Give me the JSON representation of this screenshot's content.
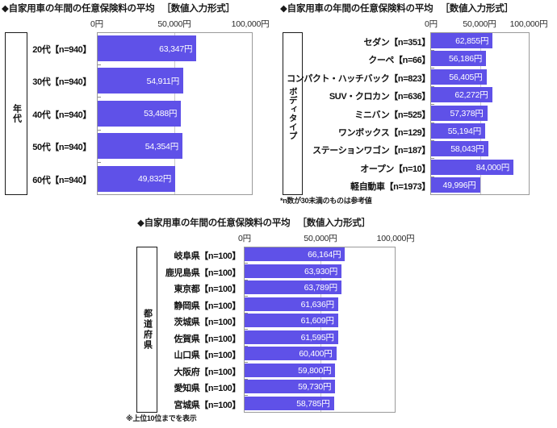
{
  "charts": [
    {
      "id": "age",
      "title": "◆自家用車の年間の任意保険料の平均",
      "title_bracket": "［数値入力形式］",
      "axis_title": "年代",
      "axis_ticks": [
        "0円",
        "50,000円",
        "100,000円"
      ],
      "note": "",
      "chart_data": {
        "type": "bar",
        "orientation": "horizontal",
        "title": "◆自家用車の年間の任意保険料の平均　［数値入力形式］",
        "xlabel": "",
        "ylabel": "年代",
        "xlim": [
          0,
          100000
        ],
        "xticks": [
          0,
          50000,
          100000
        ],
        "xticklabels": [
          "0円",
          "50,000円",
          "100,000円"
        ],
        "grid": true,
        "legend": "none",
        "categories": [
          "20代【n=940】",
          "30代【n=940】",
          "40代【n=940】",
          "50代【n=940】",
          "60代【n=940】"
        ],
        "values": [
          63347,
          54911,
          53488,
          54354,
          49832
        ],
        "value_labels": [
          "63,347円",
          "54,911円",
          "53,488円",
          "54,354円",
          "49,832円"
        ]
      }
    },
    {
      "id": "bodytype",
      "title": "◆自家用車の年間の任意保険料の平均",
      "title_bracket": "［数値入力形式］",
      "axis_title": "ボディタイプ",
      "axis_ticks": [
        "0円",
        "50,000円",
        "100,000円"
      ],
      "note": "*n数が30未満のものは参考値",
      "chart_data": {
        "type": "bar",
        "orientation": "horizontal",
        "title": "◆自家用車の年間の任意保険料の平均　［数値入力形式］",
        "xlabel": "",
        "ylabel": "ボディタイプ",
        "xlim": [
          0,
          100000
        ],
        "xticks": [
          0,
          50000,
          100000
        ],
        "xticklabels": [
          "0円",
          "50,000円",
          "100,000円"
        ],
        "grid": true,
        "legend": "none",
        "categories": [
          "セダン【n=351】",
          "クーペ【n=66】",
          "コンパクト・ハッチバック【n=823】",
          "SUV・クロカン【n=636】",
          "ミニバン【n=525】",
          "ワンボックス【n=129】",
          "ステーションワゴン【n=187】",
          "オープン【n=10】",
          "軽自動車【n=1973】"
        ],
        "values": [
          62855,
          56186,
          56405,
          62272,
          57378,
          55194,
          58043,
          84000,
          49996
        ],
        "value_labels": [
          "62,855円",
          "56,186円",
          "56,405円",
          "62,272円",
          "57,378円",
          "55,194円",
          "58,043円",
          "84,000円",
          "49,996円"
        ]
      }
    },
    {
      "id": "prefecture",
      "title": "◆自家用車の年間の任意保険料の平均",
      "title_bracket": "［数値入力形式］",
      "axis_title": "都道府県",
      "axis_ticks": [
        "0円",
        "50,000円",
        "100,000円"
      ],
      "note": "※上位10位までを表示",
      "chart_data": {
        "type": "bar",
        "orientation": "horizontal",
        "title": "◆自家用車の年間の任意保険料の平均　［数値入力形式］",
        "xlabel": "",
        "ylabel": "都道府県",
        "xlim": [
          0,
          100000
        ],
        "xticks": [
          0,
          50000,
          100000
        ],
        "xticklabels": [
          "0円",
          "50,000円",
          "100,000円"
        ],
        "grid": true,
        "legend": "none",
        "categories": [
          "岐阜県【n=100】",
          "鹿児島県【n=100】",
          "東京都【n=100】",
          "静岡県【n=100】",
          "茨城県【n=100】",
          "佐賀県【n=100】",
          "山口県【n=100】",
          "大阪府【n=100】",
          "愛知県【n=100】",
          "宮城県【n=100】"
        ],
        "values": [
          66164,
          63930,
          63789,
          61636,
          61609,
          61595,
          60400,
          59800,
          59730,
          58785
        ],
        "value_labels": [
          "66,164円",
          "63,930円",
          "63,789円",
          "61,636円",
          "61,609円",
          "61,595円",
          "60,400円",
          "59,800円",
          "59,730円",
          "58,785円"
        ]
      }
    }
  ],
  "colors": {
    "bar": "#5F51E8",
    "frame": "#9a9a9a",
    "grid": "#c9c9c9",
    "text": "#111111"
  }
}
